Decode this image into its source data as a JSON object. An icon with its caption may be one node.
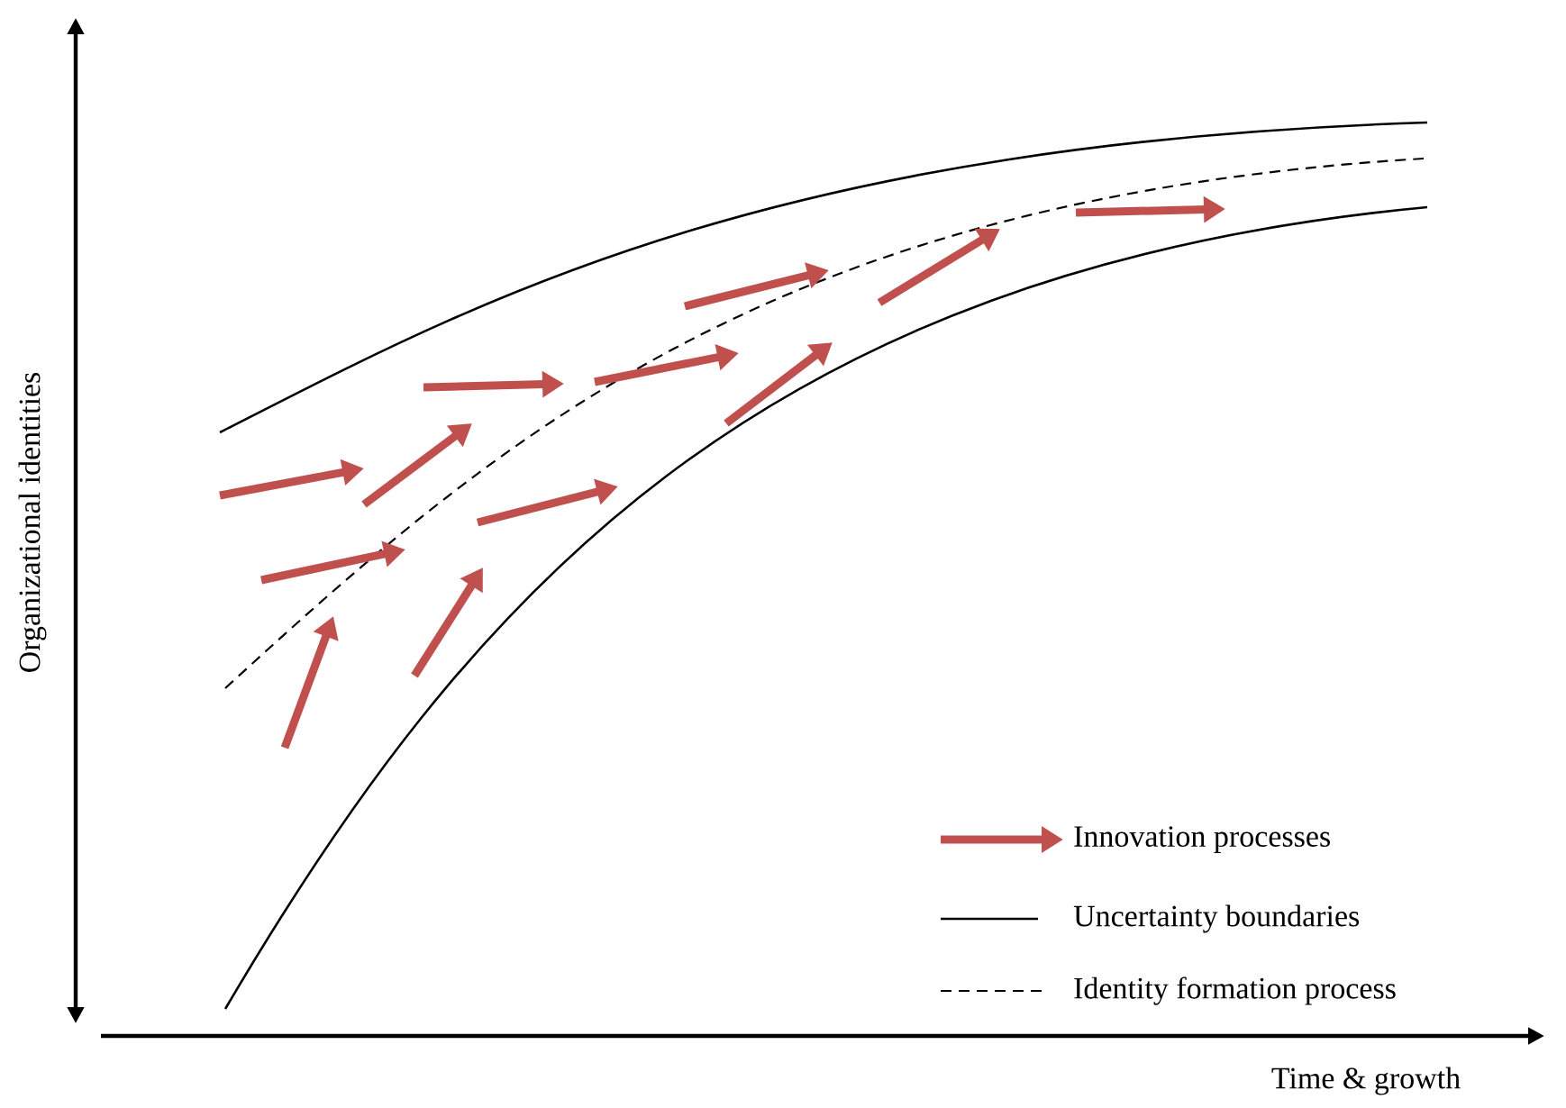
{
  "diagram": {
    "labels": [
      "Organizational identities",
      "Time & growth"
    ],
    "legend": [
      {
        "text": "Innovation processes"
      },
      {
        "text": "Uncertainty boundaries"
      },
      {
        "text": "Identity formation process"
      }
    ]
  }
}
